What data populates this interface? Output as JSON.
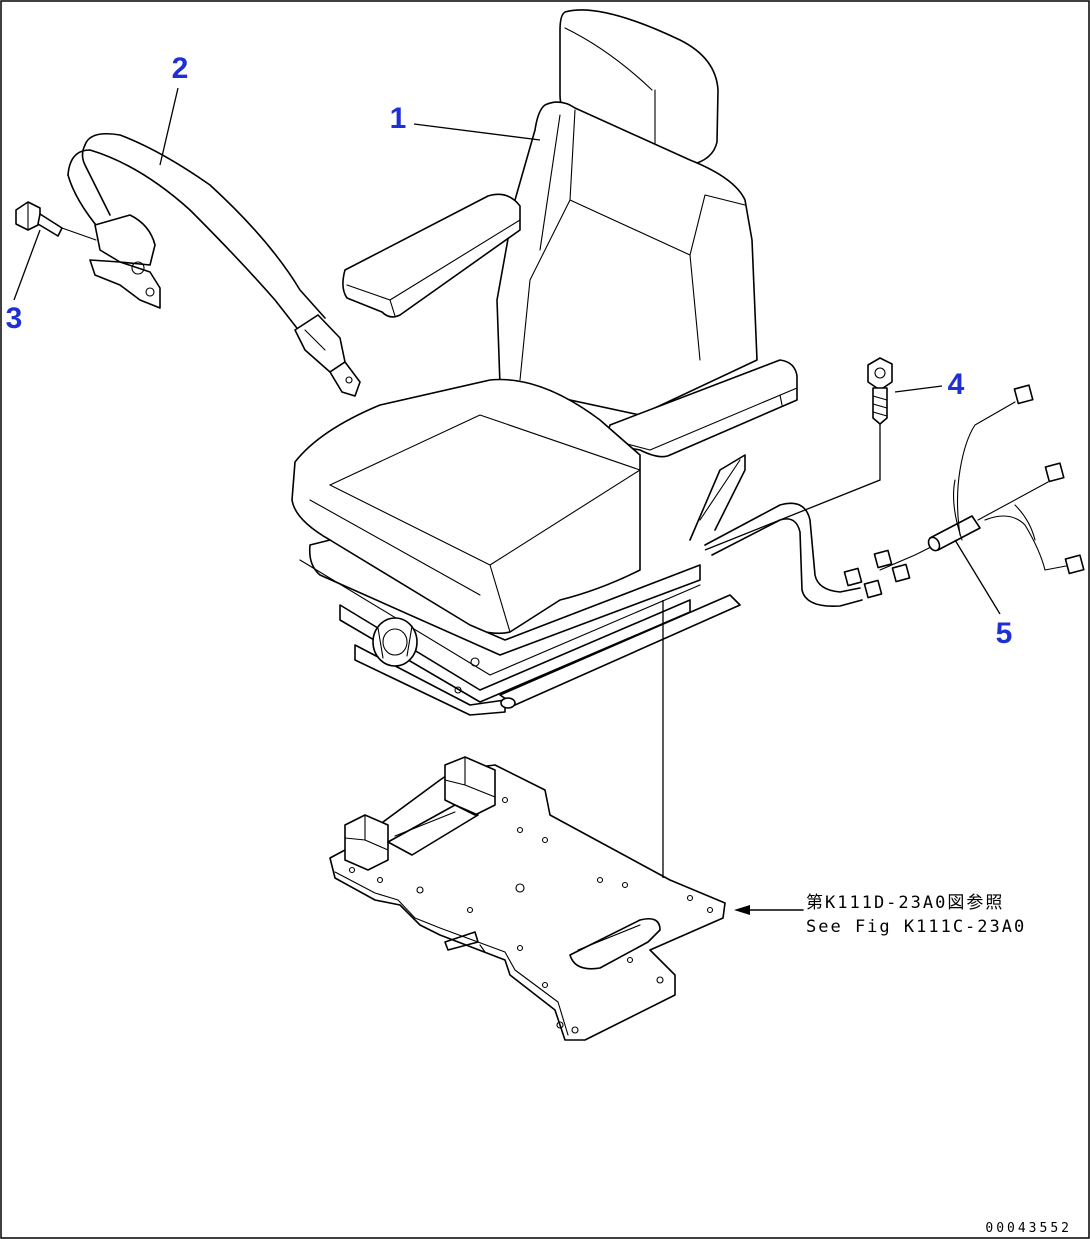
{
  "colors": {
    "callout": "#1f2fd6",
    "line": "#000000",
    "background": "#ffffff"
  },
  "callouts": [
    {
      "label": "1",
      "part": "seat"
    },
    {
      "label": "2",
      "part": "seat-belt"
    },
    {
      "label": "3",
      "part": "belt-bolt"
    },
    {
      "label": "4",
      "part": "mount-bolt"
    },
    {
      "label": "5",
      "part": "wiring-harness"
    }
  ],
  "reference_note": {
    "line_jp": "第K111D-23A0図参照",
    "line_en": "See Fig K111C-23A0"
  },
  "drawing_number": "00043552"
}
